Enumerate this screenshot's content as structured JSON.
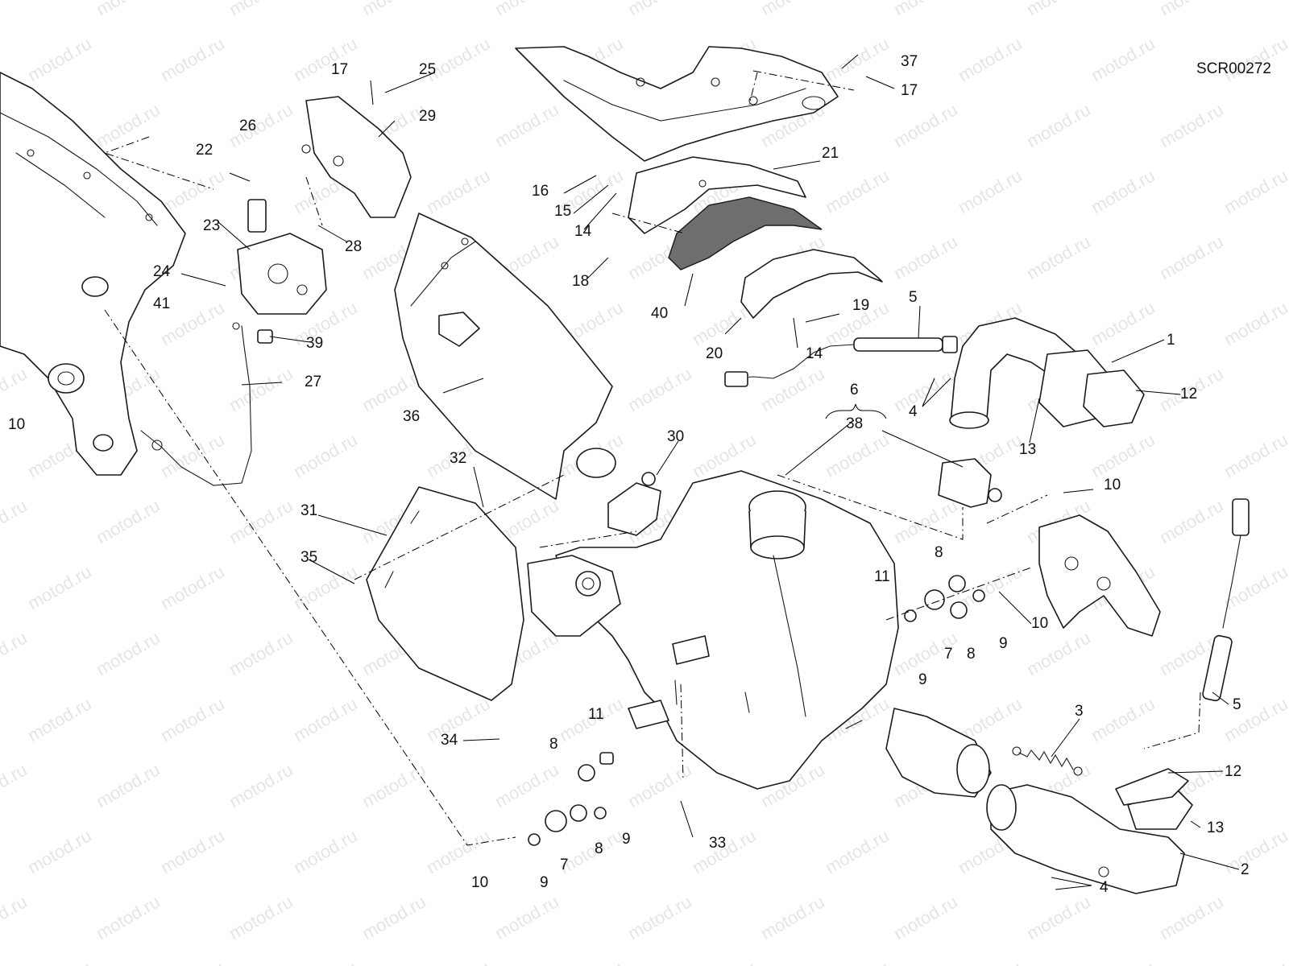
{
  "diagram_code": "SCR00272",
  "watermark_text": "motod.ru",
  "colors": {
    "line": "#1a1a1a",
    "heat_shield_dark": "#6e6e6e",
    "watermark": "#d0d0d0"
  },
  "callouts": [
    {
      "id": "c1",
      "label": "1"
    },
    {
      "id": "c2",
      "label": "2"
    },
    {
      "id": "c3",
      "label": "3"
    },
    {
      "id": "c4a",
      "label": "4"
    },
    {
      "id": "c4b",
      "label": "4"
    },
    {
      "id": "c5a",
      "label": "5"
    },
    {
      "id": "c5b",
      "label": "5"
    },
    {
      "id": "c6",
      "label": "6"
    },
    {
      "id": "c7a",
      "label": "7"
    },
    {
      "id": "c7b",
      "label": "7"
    },
    {
      "id": "c8a",
      "label": "8"
    },
    {
      "id": "c8b",
      "label": "8"
    },
    {
      "id": "c8c",
      "label": "8"
    },
    {
      "id": "c8d",
      "label": "8"
    },
    {
      "id": "c9a",
      "label": "9"
    },
    {
      "id": "c9b",
      "label": "9"
    },
    {
      "id": "c9c",
      "label": "9"
    },
    {
      "id": "c9d",
      "label": "9"
    },
    {
      "id": "c10a",
      "label": "10"
    },
    {
      "id": "c10b",
      "label": "10"
    },
    {
      "id": "c10c",
      "label": "10"
    },
    {
      "id": "c10d",
      "label": "10"
    },
    {
      "id": "c11a",
      "label": "11"
    },
    {
      "id": "c11b",
      "label": "11"
    },
    {
      "id": "c12a",
      "label": "12"
    },
    {
      "id": "c12b",
      "label": "12"
    },
    {
      "id": "c13a",
      "label": "13"
    },
    {
      "id": "c13b",
      "label": "13"
    },
    {
      "id": "c14a",
      "label": "14"
    },
    {
      "id": "c14b",
      "label": "14"
    },
    {
      "id": "c15",
      "label": "15"
    },
    {
      "id": "c16",
      "label": "16"
    },
    {
      "id": "c17a",
      "label": "17"
    },
    {
      "id": "c17b",
      "label": "17"
    },
    {
      "id": "c18",
      "label": "18"
    },
    {
      "id": "c19",
      "label": "19"
    },
    {
      "id": "c20",
      "label": "20"
    },
    {
      "id": "c21",
      "label": "21"
    },
    {
      "id": "c22",
      "label": "22"
    },
    {
      "id": "c23",
      "label": "23"
    },
    {
      "id": "c24",
      "label": "24"
    },
    {
      "id": "c25",
      "label": "25"
    },
    {
      "id": "c26",
      "label": "26"
    },
    {
      "id": "c27",
      "label": "27"
    },
    {
      "id": "c28",
      "label": "28"
    },
    {
      "id": "c29",
      "label": "29"
    },
    {
      "id": "c30",
      "label": "30"
    },
    {
      "id": "c31",
      "label": "31"
    },
    {
      "id": "c32",
      "label": "32"
    },
    {
      "id": "c33",
      "label": "33"
    },
    {
      "id": "c34",
      "label": "34"
    },
    {
      "id": "c35",
      "label": "35"
    },
    {
      "id": "c36",
      "label": "36"
    },
    {
      "id": "c37",
      "label": "37"
    },
    {
      "id": "c38",
      "label": "38"
    },
    {
      "id": "c39",
      "label": "39"
    },
    {
      "id": "c40",
      "label": "40"
    },
    {
      "id": "c41",
      "label": "41"
    }
  ]
}
